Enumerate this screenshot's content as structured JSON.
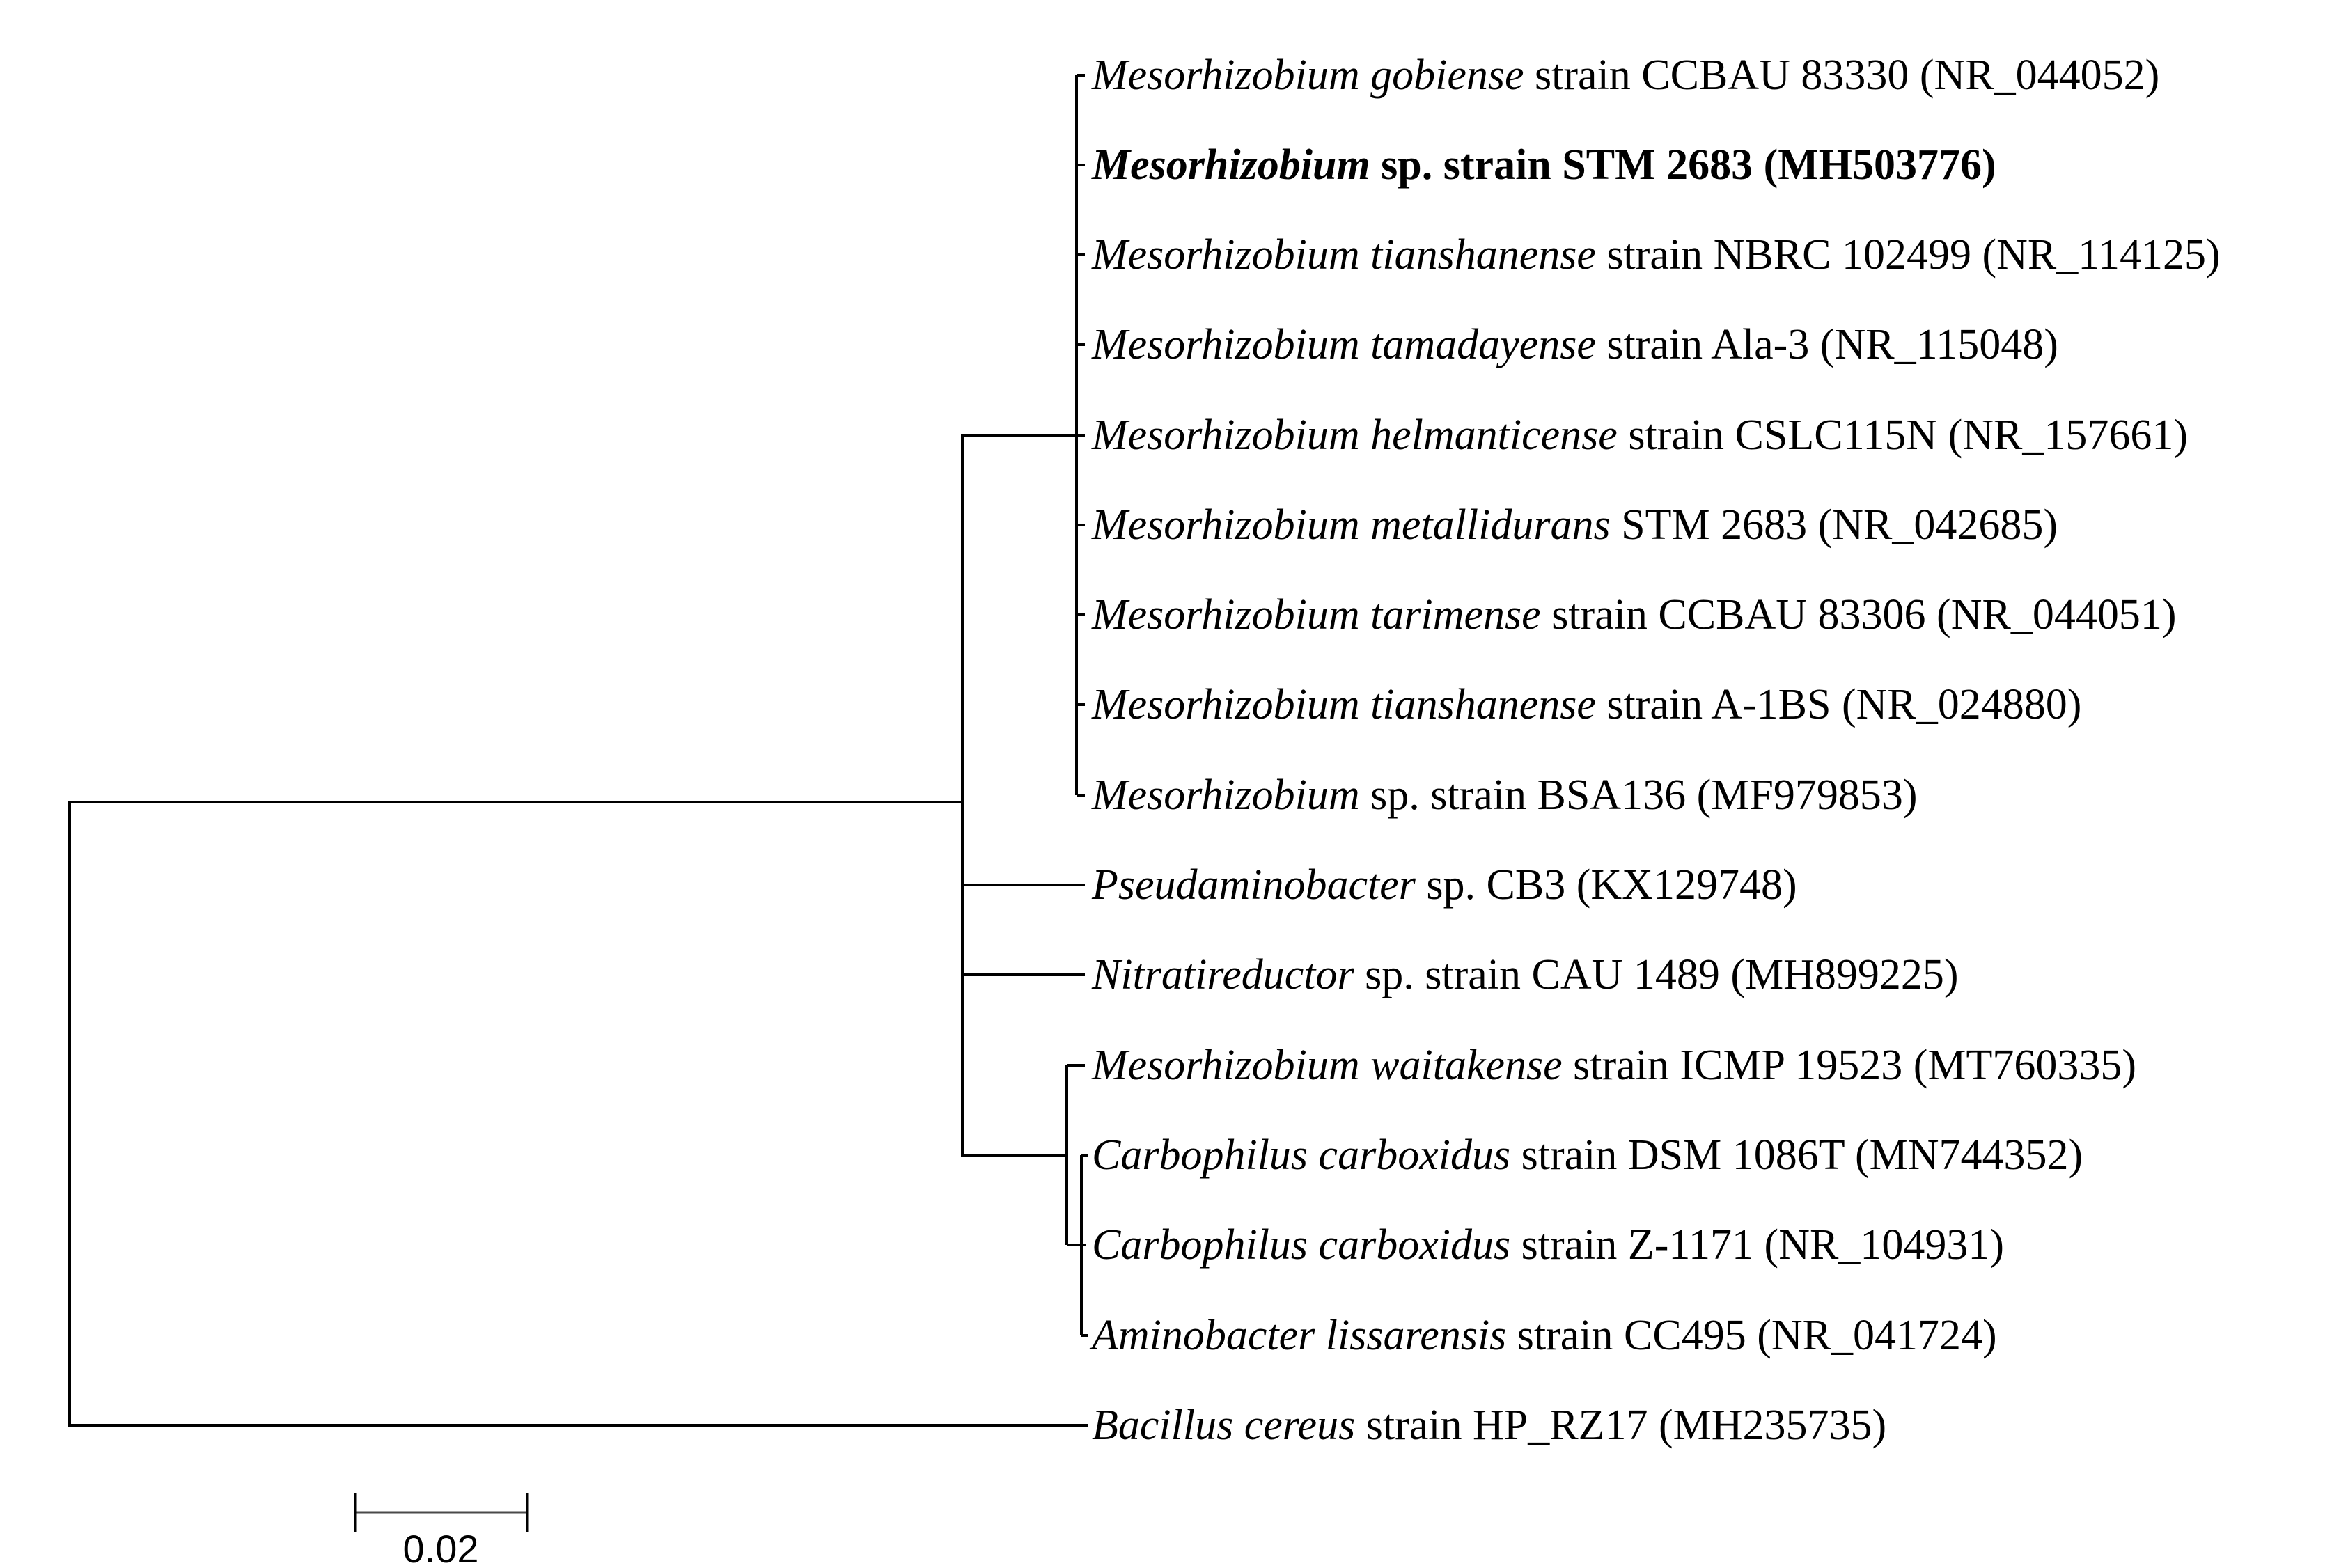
{
  "figure": {
    "type": "phylogenetic-tree",
    "background_color": "#ffffff",
    "branch_color": "#000000",
    "highlighted_taxon_index": 1,
    "taxa": [
      {
        "italic": "Mesorhizobium gobiense",
        "rest": " strain CCBAU 83330 (NR_044052)",
        "bold": false
      },
      {
        "italic": "Mesorhizobium",
        "rest": " sp. strain STM 2683 (MH503776)",
        "bold": true
      },
      {
        "italic": "Mesorhizobium tianshanense",
        "rest": " strain NBRC 102499 (NR_114125)",
        "bold": false
      },
      {
        "italic": "Mesorhizobium tamadayense",
        "rest": " strain Ala-3 (NR_115048)",
        "bold": false
      },
      {
        "italic": "Mesorhizobium helmanticense",
        "rest": " strain CSLC115N (NR_157661)",
        "bold": false
      },
      {
        "italic": "Mesorhizobium metallidurans",
        "rest": " STM 2683 (NR_042685)",
        "bold": false
      },
      {
        "italic": "Mesorhizobium tarimense",
        "rest": " strain CCBAU 83306 (NR_044051)",
        "bold": false
      },
      {
        "italic": "Mesorhizobium tianshanense",
        "rest": " strain A-1BS (NR_024880)",
        "bold": false
      },
      {
        "italic": "Mesorhizobium",
        "rest": " sp. strain BSA136 (MF979853)",
        "bold": false
      },
      {
        "italic": "Pseudaminobacter",
        "rest": " sp. CB3 (KX129748)",
        "bold": false
      },
      {
        "italic": "Nitratireductor",
        "rest": " sp. strain CAU 1489 (MH899225)",
        "bold": false
      },
      {
        "italic": "Mesorhizobium waitakense",
        "rest": " strain ICMP 19523 (MT760335)",
        "bold": false
      },
      {
        "italic": "Carbophilus carboxidus",
        "rest": " strain DSM 1086T (MN744352)",
        "bold": false
      },
      {
        "italic": "Carbophilus carboxidus",
        "rest": " strain Z-1171 (NR_104931)",
        "bold": false
      },
      {
        "italic": "Aminobacter lissarensis",
        "rest": " strain CC495 (NR_041724)",
        "bold": false
      },
      {
        "italic": "Bacillus cereus",
        "rest": " strain HP_RZ17 (MH235735)",
        "bold": false
      }
    ],
    "clades": {
      "mesorhizobium_clade_rows": [
        1,
        2,
        3,
        4,
        5,
        6,
        7,
        8,
        9
      ],
      "lower_clade_rows": [
        12,
        13,
        14,
        15
      ],
      "outgroup_row": 16
    },
    "scale_bar": {
      "value": "0.02"
    }
  }
}
